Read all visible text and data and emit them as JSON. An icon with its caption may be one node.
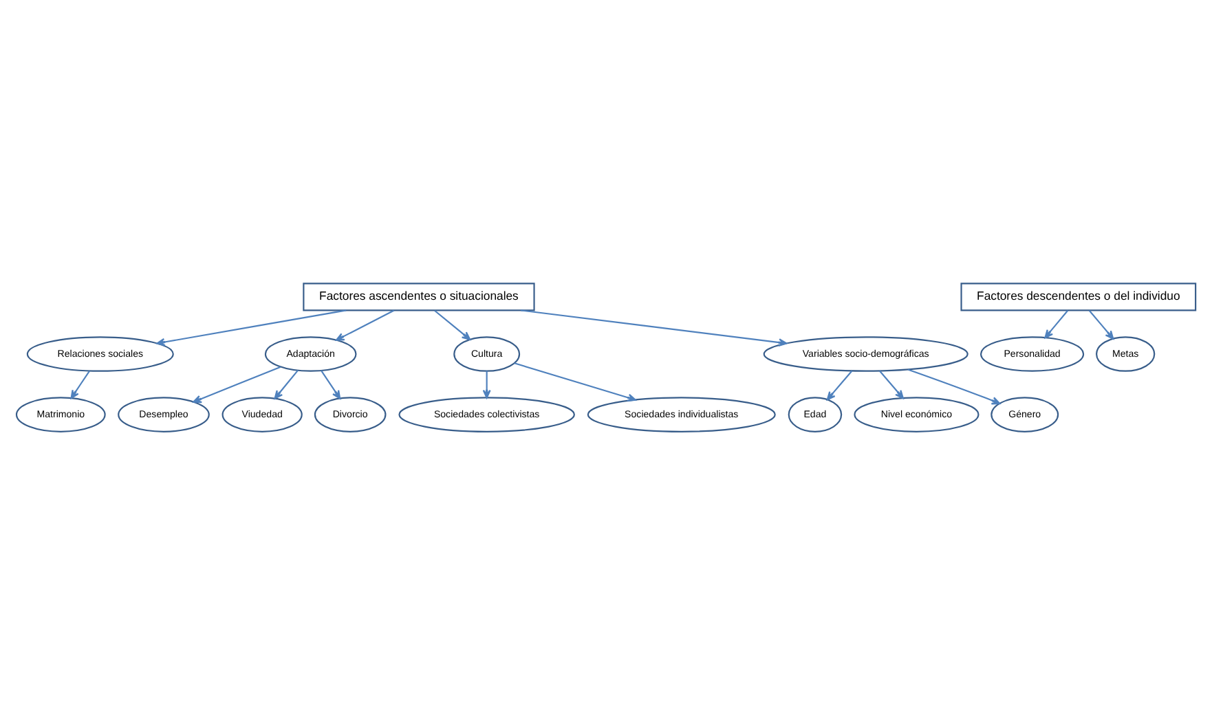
{
  "diagram": {
    "nodes": [
      {
        "text": [
          "Factores ascendentes o situacionales"
        ]
      },
      {
        "text": [
          "Factores descendentes o del individuo"
        ]
      },
      {
        "text": [
          "Relaciones sociales"
        ]
      },
      {
        "text": [
          "Adaptación"
        ]
      },
      {
        "text": [
          "Cultura"
        ]
      },
      {
        "text": [
          "Variables socio-demográficas"
        ]
      },
      {
        "text": [
          "Personalidad"
        ]
      },
      {
        "text": [
          "Matrimonio"
        ]
      },
      {
        "text": [
          "Desempleo"
        ]
      },
      {
        "text": [
          "Sociedades colectivistas"
        ]
      },
      {
        "text": [
          "Edad"
        ]
      },
      {
        "text": [
          "Nivel económico"
        ]
      },
      {
        "text": [
          "Metas"
        ]
      },
      {
        "text": [
          "Género"
        ]
      },
      {
        "text": [
          "Viudedad"
        ]
      },
      {
        "text": [
          "Divorcio"
        ]
      },
      {
        "text": [
          "Sociedades individualistas"
        ]
      }
    ],
    "edges": [
      {
        "from": 0,
        "to": 2,
        "arrow": "to"
      },
      {
        "from": 0,
        "to": 3,
        "arrow": "to"
      },
      {
        "from": 0,
        "to": 4,
        "arrow": "to"
      },
      {
        "from": 0,
        "to": 5,
        "arrow": "to"
      },
      {
        "from": 1,
        "to": 6,
        "arrow": "to"
      },
      {
        "from": 1,
        "to": 12,
        "arrow": "to"
      },
      {
        "from": 2,
        "to": 7,
        "arrow": "to"
      },
      {
        "from": 3,
        "to": 8,
        "arrow": "to"
      },
      {
        "from": 3,
        "to": 14,
        "arrow": "to"
      },
      {
        "from": 3,
        "to": 15,
        "arrow": "to"
      },
      {
        "from": 4,
        "to": 9,
        "arrow": "to"
      },
      {
        "from": 4,
        "to": 16,
        "arrow": "to"
      },
      {
        "from": 5,
        "to": 10,
        "arrow": "to"
      },
      {
        "from": 5,
        "to": 13,
        "arrow": "to"
      },
      {
        "from": 5,
        "to": 11,
        "arrow": "to"
      }
    ]
  }
}
